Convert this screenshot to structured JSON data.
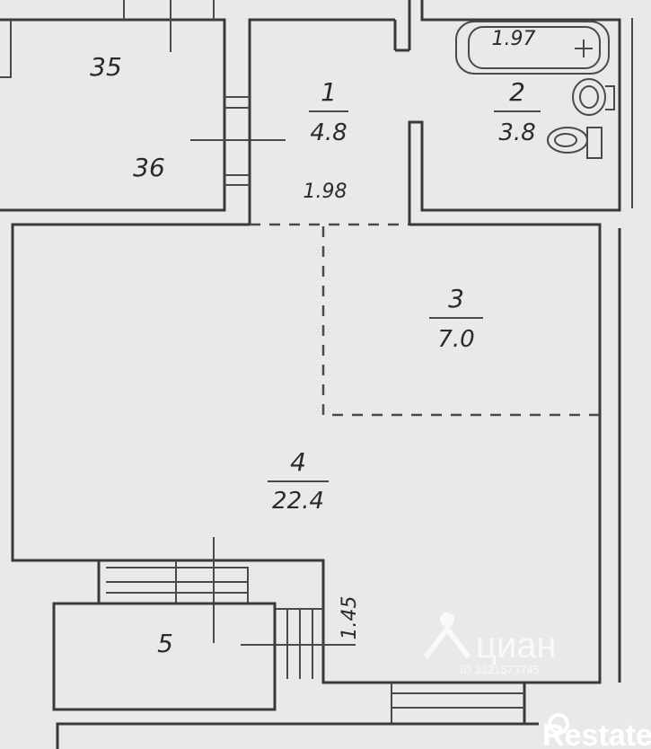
{
  "rooms": [
    {
      "number": "1",
      "area": "4.8"
    },
    {
      "number": "2",
      "area": "3.8"
    },
    {
      "number": "3",
      "area": "7.0"
    },
    {
      "number": "4",
      "area": "22.4"
    },
    {
      "number": "5",
      "area": ""
    }
  ],
  "neighbors": [
    "35",
    "36"
  ],
  "dimensions": {
    "bath": "1.97",
    "hall": "1.98",
    "balcony": "1.45"
  },
  "watermarks": {
    "cian": "циан",
    "cian_id": "ID 3321573745",
    "brand": "Restate"
  }
}
